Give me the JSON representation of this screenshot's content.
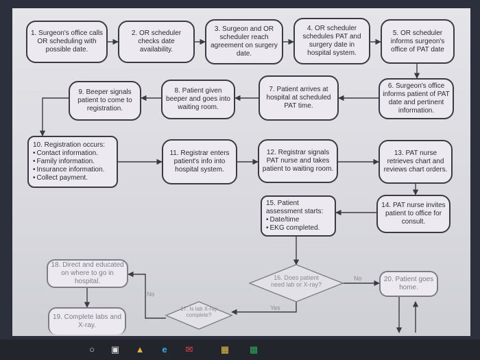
{
  "nodes": {
    "n1": "1. Surgeon's office calls OR scheduling with possible date.",
    "n2": "2. OR scheduler checks date availability.",
    "n3": "3. Surgeon and OR scheduler reach agreement on surgery date.",
    "n4": "4. OR scheduler schedules PAT and surgery date in hospital system.",
    "n5": "5. OR scheduler informs surgeon's office of PAT date",
    "n6": "6. Surgeon's office informs patient of PAT date and pertinent information.",
    "n7": "7. Patient arrives at hospital at scheduled PAT time.",
    "n8": "8. Patient given beeper and goes into waiting room.",
    "n9": "9. Beeper signals patient to come to registration.",
    "n10": {
      "title": "10. Registration occurs:",
      "items": [
        "Contact information.",
        "Family information.",
        "Insurance information.",
        "Collect payment."
      ]
    },
    "n11": "11. Registrar enters patient's info into hospital system.",
    "n12": "12. Registrar signals PAT nurse and takes patient to waiting room.",
    "n13": "13. PAT nurse retrieves chart and reviews chart orders.",
    "n14": "14. PAT nurse invites patient to office for consult.",
    "n15": {
      "title": "15. Patient assessment starts:",
      "items": [
        "Date/time",
        "EKG completed."
      ]
    },
    "n16": "16. Does patient need lab or X-ray?",
    "n17": "17. Is lab X-ray complete?",
    "n18": "18. Direct and educated on where to go in hospital.",
    "n19": "19. Complete labs and X-ray.",
    "n20": "20. Patient goes home."
  },
  "labels": {
    "no_16": "No",
    "yes_16": "Yes",
    "no_17": "No"
  },
  "taskbar": {
    "icons": [
      "cortana-icon",
      "task-view-icon",
      "store-icon",
      "edge-icon",
      "mail-icon",
      "explorer-icon",
      "excel-icon"
    ]
  }
}
